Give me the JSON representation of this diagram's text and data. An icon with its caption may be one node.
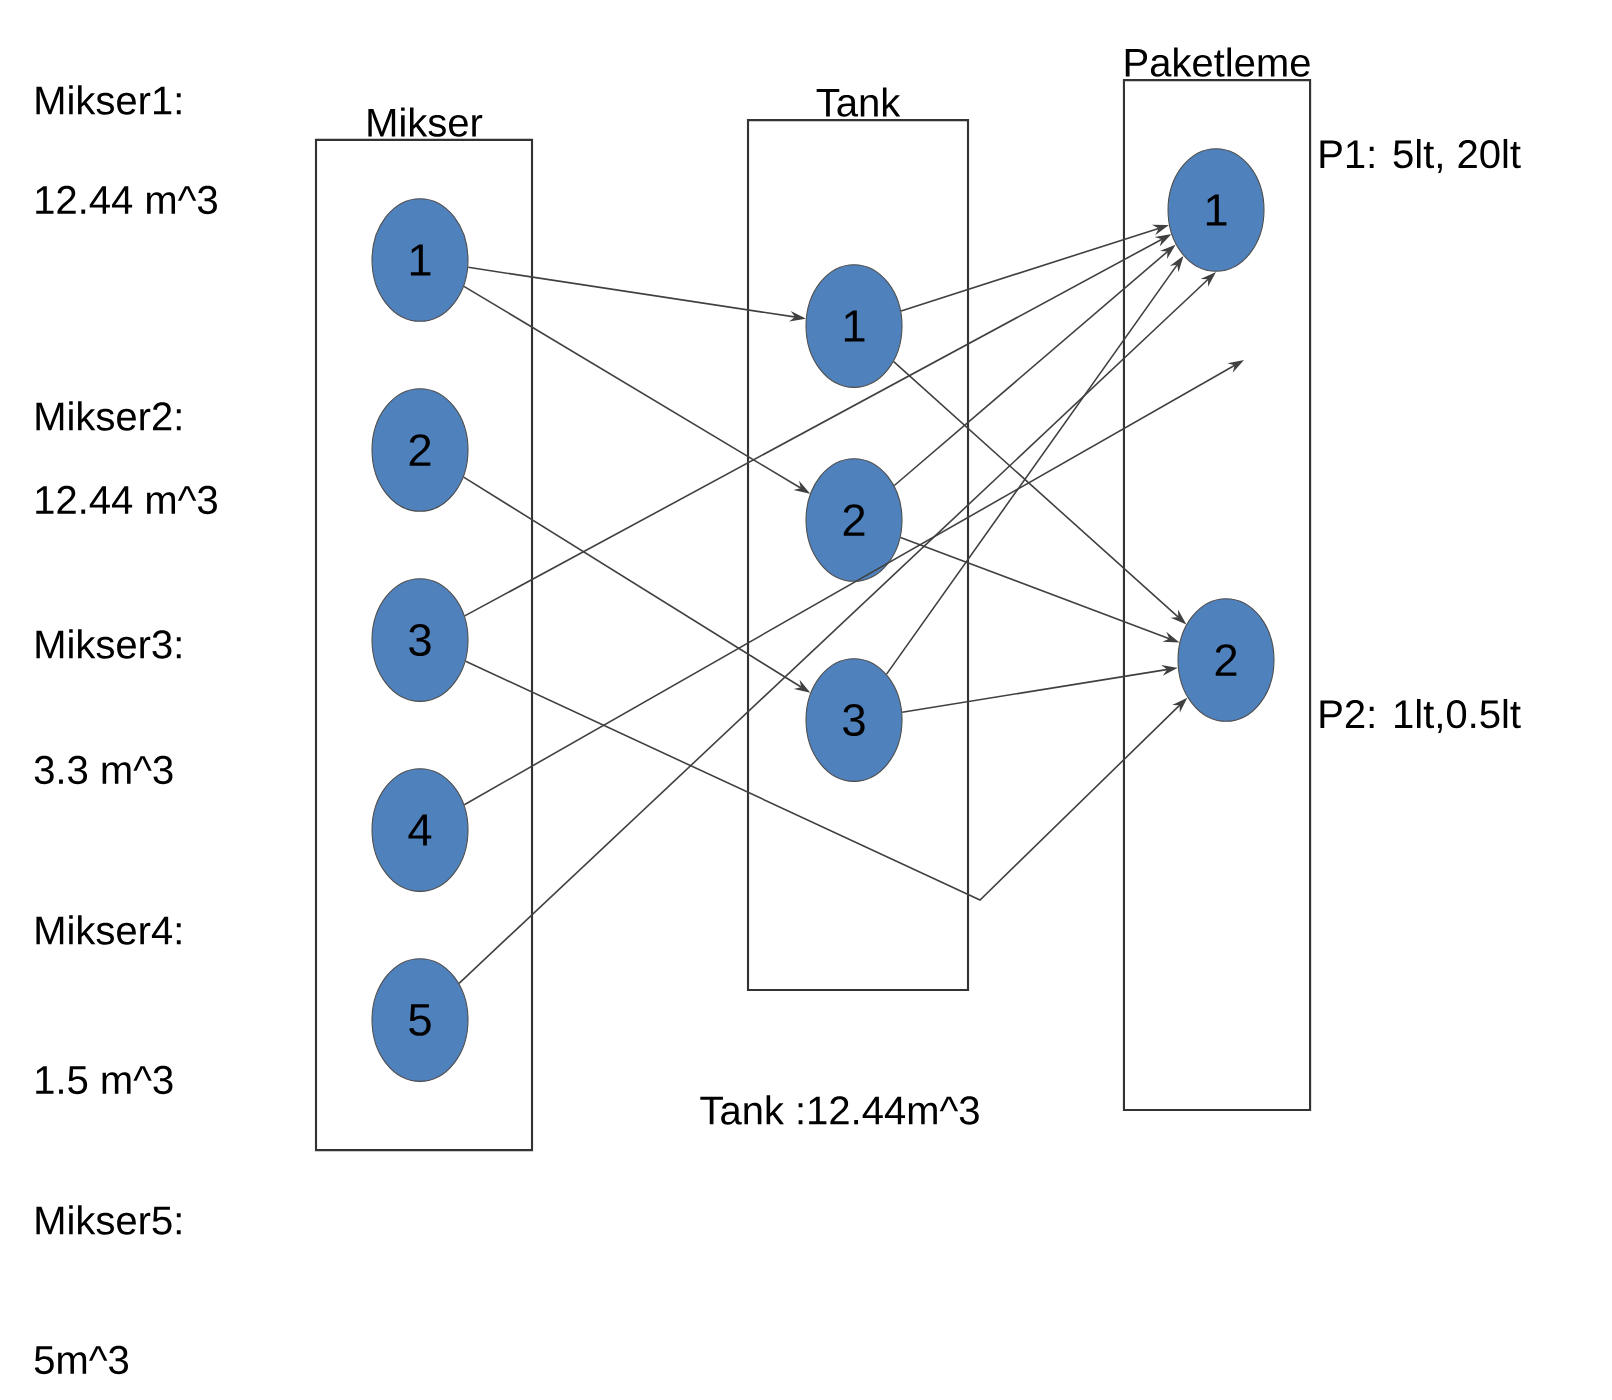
{
  "diagram": {
    "nodes": [
      {
        "text": [
          "Mikser"
        ]
      },
      {
        "text": [
          "Tank"
        ]
      },
      {
        "text": [
          "Paketleme"
        ]
      },
      {
        "text": [
          "1"
        ],
        "in": 0
      },
      {
        "text": [
          "2"
        ],
        "in": 0
      },
      {
        "text": [
          "3"
        ],
        "in": 0
      },
      {
        "text": [
          "4"
        ],
        "in": 0
      },
      {
        "text": [
          "5"
        ],
        "in": 0
      },
      {
        "text": [
          "1"
        ],
        "in": 1
      },
      {
        "text": [
          "2"
        ],
        "in": 1
      },
      {
        "text": [
          "3"
        ],
        "in": 1
      },
      {
        "text": [
          "1"
        ],
        "in": 2
      },
      {
        "text": [
          "2"
        ],
        "in": 2
      }
    ],
    "edges": [
      {
        "from": 3,
        "to": 8,
        "arrow": "to"
      },
      {
        "from": 3,
        "to": 9,
        "arrow": "to"
      },
      {
        "from": 4,
        "to": 10,
        "arrow": "to"
      },
      {
        "from": 5,
        "to": 11,
        "arrow": "to"
      },
      {
        "from": 5,
        "to": 12,
        "arrow": "to"
      },
      {
        "from": 6,
        "to": null,
        "arrow": "to"
      },
      {
        "from": 7,
        "to": 11,
        "arrow": "to"
      },
      {
        "from": 8,
        "to": 11,
        "arrow": "to"
      },
      {
        "from": 8,
        "to": 12,
        "arrow": "to"
      },
      {
        "from": 9,
        "to": 11,
        "arrow": "to"
      },
      {
        "from": 9,
        "to": 12,
        "arrow": "to"
      },
      {
        "from": 10,
        "to": 11,
        "arrow": "to"
      },
      {
        "from": 10,
        "to": 12,
        "arrow": "to"
      }
    ],
    "labels": [
      "Mikser1:",
      "12.44 m^3",
      "Mikser2:",
      "12.44 m^3",
      "Mikser3:",
      "3.3 m^3",
      "Mikser4:",
      "1.5 m^3",
      "Mikser5:",
      "5m^3",
      "P1: 5lt, 20lt",
      "P2: 1lt,0.5lt",
      "Tank :12.44m^3"
    ]
  }
}
